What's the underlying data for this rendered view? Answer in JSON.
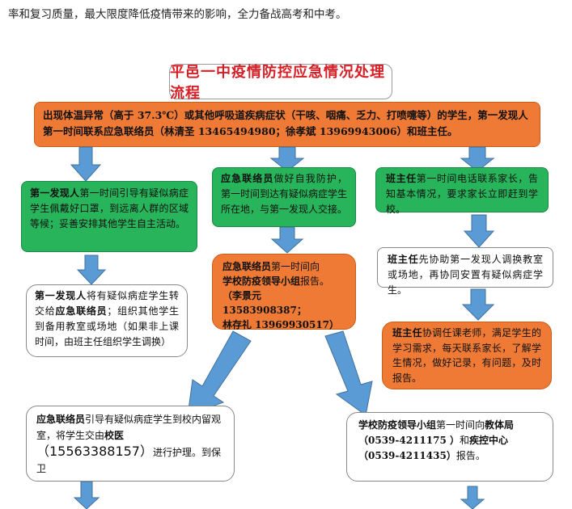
{
  "intro_text": "率和复习质量，最大限度降低疫情带来的影响，全力备战高考和中考。",
  "title": "平邑一中疫情防控应急情况处理流程",
  "top_box": {
    "text": "出现体温异常（高于 37.3℃）或其他呼吸道疾病症状（干咳、咽痛、乏力、打喷嚏等）的学生，第一发现人第一时间联系应急联络员（林清圣 13465494980；徐孝斌 13969943006）和班主任。"
  },
  "left": {
    "step1": {
      "bold": "第一发现人",
      "text": "第一时间引导有疑似病症学生佩戴好口罩，到远离人群的区域等候；妥善安排其他学生自主活动。"
    },
    "step2": {
      "bold1": "第一发现人",
      "text1": "将有疑似病症学生转交给",
      "bold2": "应急联络员",
      "text2": "；组织其他学生到备用教室或场地（如果非上课时间，由班主任组织学生调换）"
    },
    "step3": {
      "bold1": "应急联络员",
      "text1": "引导有疑似病症学生到校内留观室，将学生交由",
      "bold2": "校医",
      "phone": "（15563388157）",
      "text2": "进行护理。到保卫"
    }
  },
  "middle": {
    "step1": {
      "bold": "应急联络员",
      "text": "做好自我防护，第一时间到达有疑似病症学生所在地，与第一发现人交接。"
    },
    "step2": {
      "bold1": "应急联络员",
      "text1": "第一时间向",
      "bold2": "学校防疫领导小组",
      "text2": "报告。",
      "contact1": "（李景元  13583908387；",
      "contact2": "林存礼  13969930517）"
    }
  },
  "right": {
    "step1": {
      "bold": "班主任",
      "text": "第一时间电话联系家长，告知基本情况，要求家长立即赶到学校。"
    },
    "step2": {
      "bold": "班主任",
      "text": "先协助第一发现人调换教室或场地，再协同安置有疑似病症学生。"
    },
    "step3": {
      "bold": "班主任",
      "text": "协调任课老师，满足学生的学习需求，每天联系家长，了解学生情况，做好记录，有问题，及时报告。"
    },
    "step4": {
      "bold1": "学校防疫领导小组",
      "text1": "第一时间向",
      "bold2": "教体局",
      "phone1": "（0539-4211175 ）",
      "text2": "和",
      "bold3": "疾控中心",
      "phone2": "（0539-4211435）",
      "text3": "报告。"
    }
  },
  "colors": {
    "orange": "#ef7a36",
    "green": "#27b45a",
    "arrow": "#5b9bd5",
    "title_red": "#d61f26"
  }
}
